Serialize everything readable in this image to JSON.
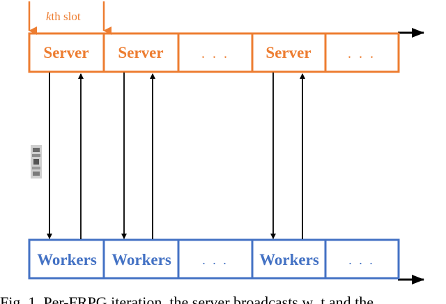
{
  "slot_label": {
    "k": "k",
    "rest": "th slot"
  },
  "server_row": [
    "Server",
    "Server",
    ". . .",
    "Server",
    ". . ."
  ],
  "worker_row": [
    "Workers",
    "Workers",
    ". . .",
    "Workers",
    ". . ."
  ],
  "caption": "Fig. 1. Per-FRPG iteration, the server broadcasts w_t and the",
  "colors": {
    "server": "#ed7d31",
    "workers": "#4472c4",
    "arrows": "#000000"
  }
}
